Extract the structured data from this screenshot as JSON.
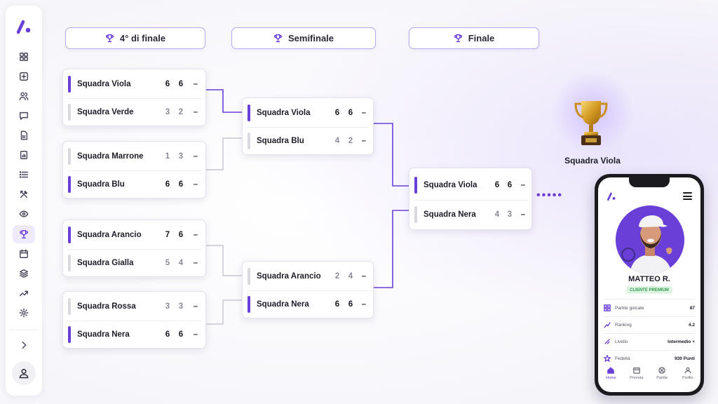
{
  "rounds": {
    "quarter": "4° di finale",
    "semi": "Semifinale",
    "final": "Finale"
  },
  "quarterfinals": [
    {
      "teams": [
        {
          "name": "Squadra Viola",
          "s1": "6",
          "s2": "6",
          "dash": "–",
          "win": true
        },
        {
          "name": "Squadra Verde",
          "s1": "3",
          "s2": "2",
          "dash": "–",
          "win": false
        }
      ]
    },
    {
      "teams": [
        {
          "name": "Squadra Marrone",
          "s1": "1",
          "s2": "3",
          "dash": "–",
          "win": false
        },
        {
          "name": "Squadra Blu",
          "s1": "6",
          "s2": "6",
          "dash": "–",
          "win": true
        }
      ]
    },
    {
      "teams": [
        {
          "name": "Squadra Arancio",
          "s1": "7",
          "s2": "6",
          "dash": "–",
          "win": true
        },
        {
          "name": "Squadra Gialla",
          "s1": "5",
          "s2": "4",
          "dash": "–",
          "win": false
        }
      ]
    },
    {
      "teams": [
        {
          "name": "Squadra Rossa",
          "s1": "3",
          "s2": "3",
          "dash": "–",
          "win": false
        },
        {
          "name": "Squadra Nera",
          "s1": "6",
          "s2": "6",
          "dash": "–",
          "win": true
        }
      ]
    }
  ],
  "semifinals": [
    {
      "teams": [
        {
          "name": "Squadra Viola",
          "s1": "6",
          "s2": "6",
          "dash": "–",
          "win": true
        },
        {
          "name": "Squadra Blu",
          "s1": "4",
          "s2": "2",
          "dash": "–",
          "win": false
        }
      ]
    },
    {
      "teams": [
        {
          "name": "Squadra Arancio",
          "s1": "2",
          "s2": "4",
          "dash": "–",
          "win": false
        },
        {
          "name": "Squadra Nera",
          "s1": "6",
          "s2": "6",
          "dash": "–",
          "win": true
        }
      ]
    }
  ],
  "final": {
    "teams": [
      {
        "name": "Squadra Viola",
        "s1": "6",
        "s2": "6",
        "dash": "–",
        "win": true
      },
      {
        "name": "Squadra Nera",
        "s1": "4",
        "s2": "3",
        "dash": "–",
        "win": false
      }
    ]
  },
  "champion": {
    "name": "Squadra Viola"
  },
  "continuation": "•••••",
  "phone": {
    "player_name": "MATTEO R.",
    "badge": "CLIENTE PREMIUM",
    "stats": [
      {
        "icon": "grid-icon",
        "label": "Partite giocate",
        "value": "87"
      },
      {
        "icon": "chart-icon",
        "label": "Ranking",
        "value": "4.2"
      },
      {
        "icon": "level-icon",
        "label": "Livello",
        "value": "Intermedio +"
      },
      {
        "icon": "star-icon",
        "label": "Fedeltà",
        "value": "930 Punti"
      }
    ],
    "nav": [
      {
        "label": "Home",
        "icon": "home-icon",
        "active": true
      },
      {
        "label": "Prenota",
        "icon": "calendar-icon",
        "active": false
      },
      {
        "label": "Partite",
        "icon": "ball-icon",
        "active": false
      },
      {
        "label": "Profilo",
        "icon": "user-icon",
        "active": false
      }
    ]
  },
  "colors": {
    "accent": "#6a3fd8",
    "loser_bar": "#d9d9e0",
    "badge_bg": "#dff5e3",
    "badge_text": "#2f9a4a"
  },
  "sidebar_icons": [
    "grid-icon",
    "add-square-icon",
    "users-icon",
    "chat-icon",
    "document-icon",
    "report-icon",
    "list-icon",
    "tools-icon",
    "eye-icon",
    "trophy-icon",
    "calendar-icon",
    "layers-icon",
    "trend-icon",
    "settings-icon",
    "chevron-right-icon",
    "user-icon"
  ]
}
